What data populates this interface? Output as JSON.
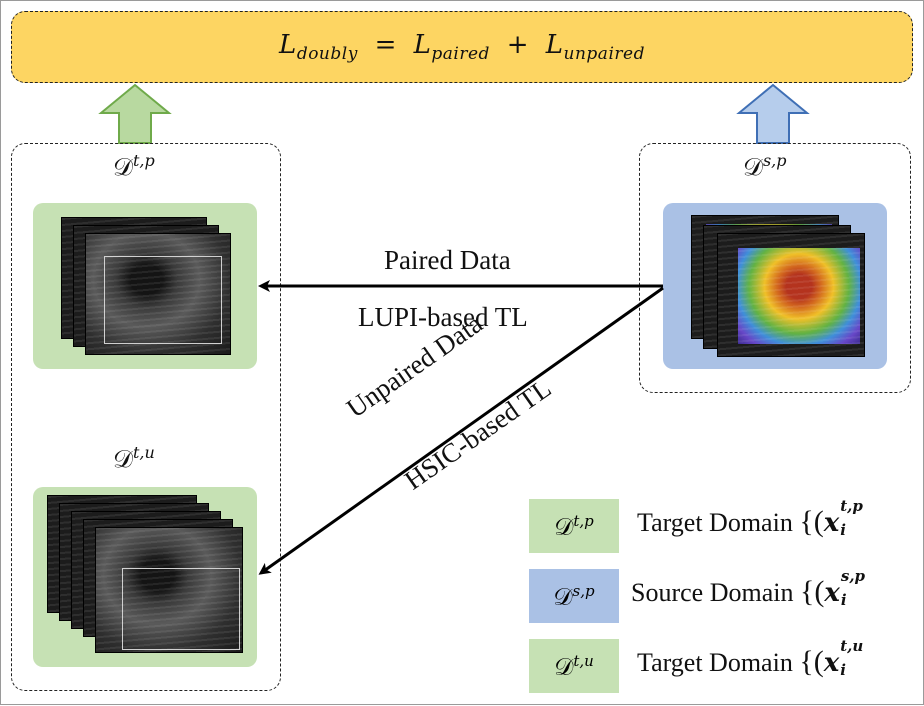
{
  "loss": {
    "total_symbol": "L",
    "total_sub": "doubly",
    "eq": "=",
    "term1_symbol": "L",
    "term1_sub": "paired",
    "plus": "+",
    "term2_symbol": "L",
    "term2_sub": "unpaired"
  },
  "sets": {
    "target_paired": {
      "symbol": "𝒟",
      "sup": "t,p"
    },
    "source_paired": {
      "symbol": "𝒟",
      "sup": "s,p"
    },
    "target_unpaired": {
      "symbol": "𝒟",
      "sup": "t,u"
    }
  },
  "arrows": {
    "paired": {
      "top": "Paired Data",
      "bottom": "LUPI-based TL"
    },
    "unpaired": {
      "top": "Unpaired Data",
      "bottom": "HSIC-based TL"
    }
  },
  "legend": [
    {
      "symbol": "𝒟",
      "sup": "t,p",
      "text": "Target Domain",
      "formula_open": "{(",
      "var": "x",
      "sub": "i",
      "var_sup": "t,p",
      "color": "#c6e1b4"
    },
    {
      "symbol": "𝒟",
      "sup": "s,p",
      "text": "Source Domain",
      "formula_open": "{(",
      "var": "x",
      "sub": "i",
      "var_sup": "s,p",
      "color": "#aac1e5"
    },
    {
      "symbol": "𝒟",
      "sup": "t,u",
      "text": "Target Domain",
      "formula_open": "{(",
      "var": "x",
      "sub": "i",
      "var_sup": "t,u",
      "color": "#c6e1b4"
    }
  ],
  "colors": {
    "loss_fill": "#fdd562",
    "target_fill": "#c6e1b4",
    "source_fill": "#aac1e5",
    "green_arrow": "#6faa4a",
    "blue_arrow": "#3f6fb5"
  }
}
